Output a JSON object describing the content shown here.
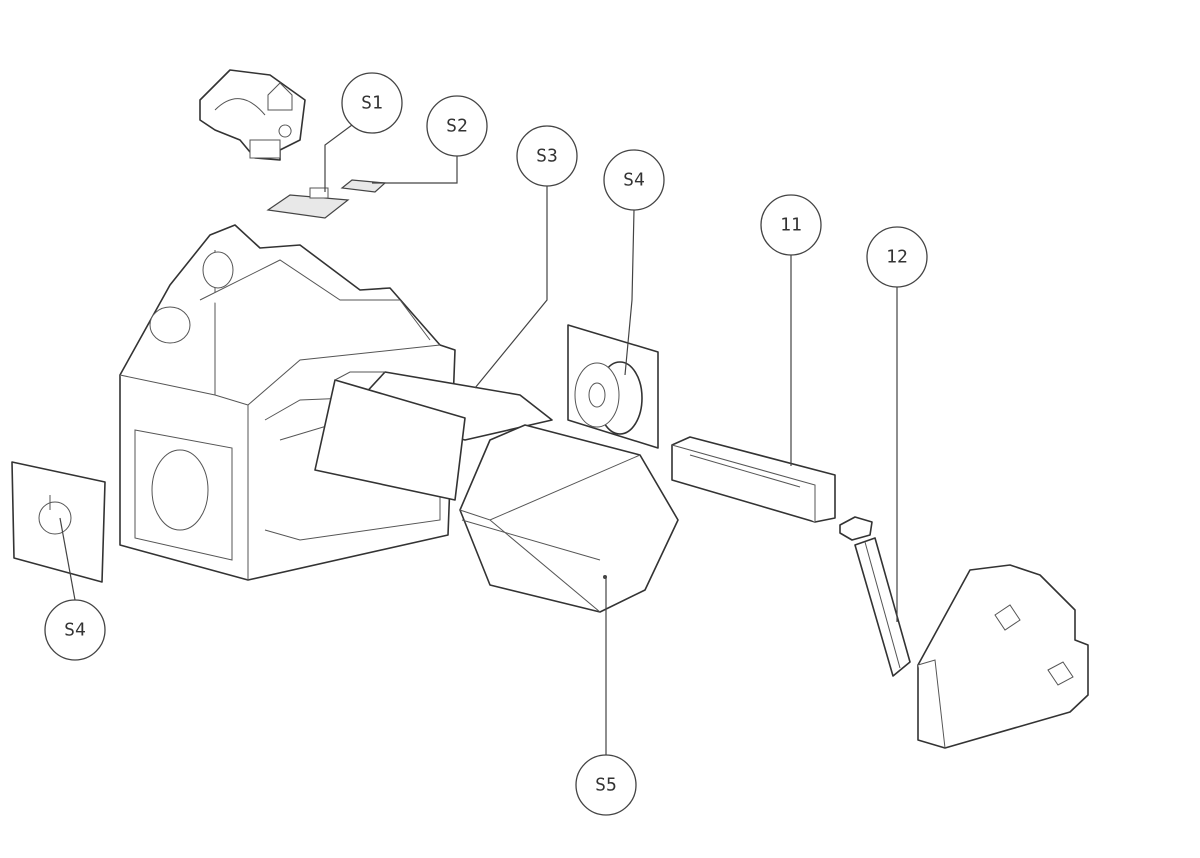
{
  "callouts": {
    "s1": "S1",
    "s2": "S2",
    "s3": "S3",
    "s4_top": "S4",
    "item11": "11",
    "item12": "12",
    "s4_left": "S4",
    "s5": "S5"
  }
}
